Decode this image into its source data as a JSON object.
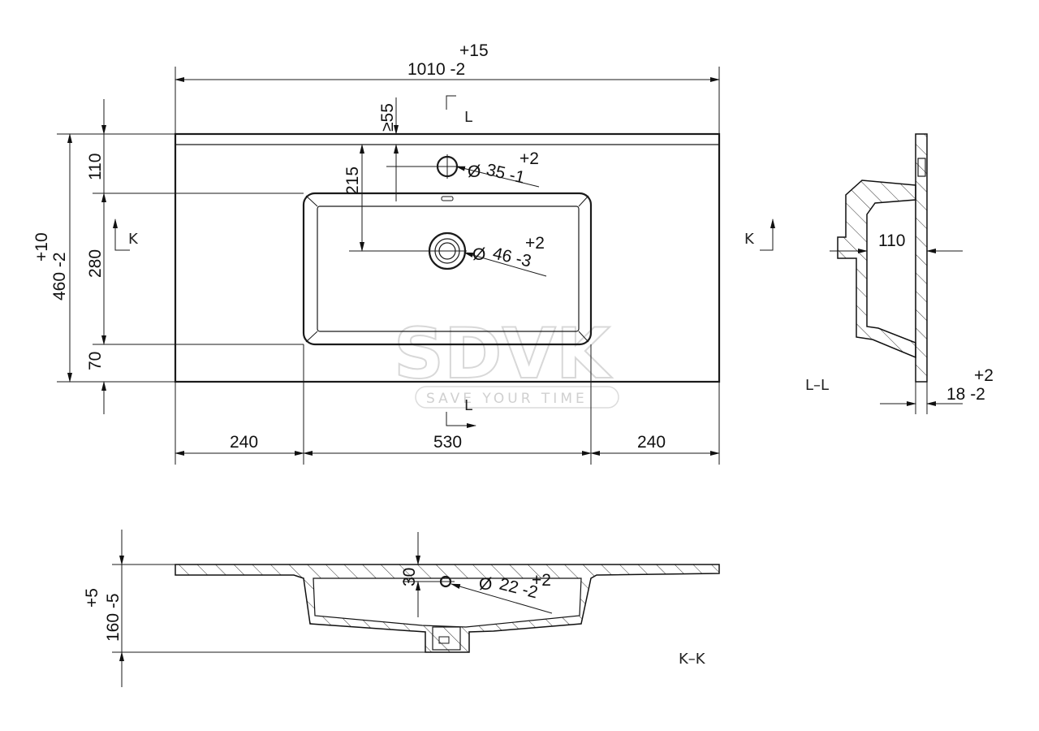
{
  "top_view": {
    "width_dim": {
      "tol_upper": "+15",
      "main": "1010 -2"
    },
    "depth_dim": {
      "tol_upper": "+10",
      "main": "460 -2"
    },
    "segment_dims": [
      "110",
      "280",
      "70"
    ],
    "tap_offset_dim": "≥55",
    "tap_center_dim": "215",
    "tap_hole": {
      "symbol": "Ø",
      "main": "35 -1",
      "tol_upper": "+2"
    },
    "drain_hole": {
      "symbol": "Ø",
      "main": "46 -3",
      "tol_upper": "+2"
    },
    "bottom_dims": [
      "240",
      "530",
      "240"
    ],
    "section_markers": {
      "L_top": "L",
      "L_bottom": "L",
      "K_left": "K",
      "K_right": "K"
    }
  },
  "section_LL": {
    "label": "L–L",
    "depth_dim": "110",
    "thickness_dim": {
      "tol_upper": "+2",
      "main": "18 -2"
    }
  },
  "section_KK": {
    "label": "K–K",
    "height_dim": {
      "tol_upper": "+5",
      "main": "160 -5"
    },
    "overflow_offset_dim": "30",
    "overflow_hole": {
      "symbol": "Ø",
      "main": "22 -2",
      "tol_upper": "+2"
    }
  },
  "watermark": {
    "brand": "SDVK",
    "tagline": "SAVE YOUR TIME"
  }
}
